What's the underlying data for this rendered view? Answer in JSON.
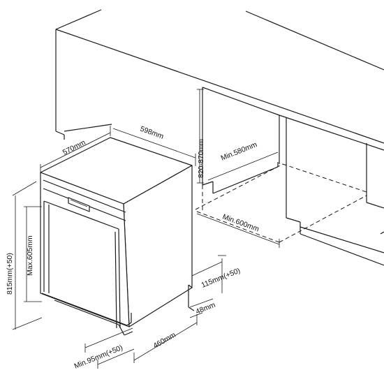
{
  "diagram": {
    "dimensions": {
      "width_top": "598mm",
      "depth_top": "570mm",
      "height_total": "815mm(+50)",
      "door_height": "Max.605mm",
      "niche_height": "820-870mm",
      "niche_depth": "Min.580mm",
      "niche_width": "Min.600mm",
      "plinth_height": "115mm(+50)",
      "plinth_gap": "48mm",
      "plinth_depth": "460mm",
      "foot_clearance": "Min.95mm(+50)"
    }
  }
}
